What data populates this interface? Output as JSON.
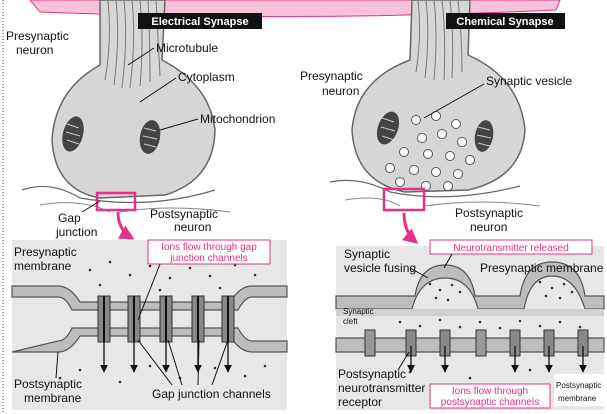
{
  "colors": {
    "accent": "#e8308a",
    "header_bg": "#111111",
    "cell_fill": "#d6d6d6",
    "membrane": "#b9b9b9"
  },
  "electrical": {
    "header": "Electrical Synapse",
    "presynaptic_neuron": [
      "Presynaptic",
      "neuron"
    ],
    "microtubule": "Microtubule",
    "cytoplasm": "Cytoplasm",
    "mitochondrion": "Mitochondrion",
    "gap_junction": [
      "Gap",
      "junction"
    ],
    "postsynaptic_neuron": [
      "Postsynaptic",
      "neuron"
    ],
    "ions_flow": [
      "Ions flow through gap",
      "junction channels"
    ],
    "presynaptic_membrane": [
      "Presynaptic",
      "membrane"
    ],
    "postsynaptic_membrane": [
      "Postsynaptic",
      "membrane"
    ],
    "gap_junction_channels": "Gap junction channels"
  },
  "chemical": {
    "header": "Chemical Synapse",
    "presynaptic_neuron": [
      "Presynaptic",
      "neuron"
    ],
    "synaptic_vesicle": "Synaptic vesicle",
    "postsynaptic_neuron": [
      "Postsynaptic",
      "neuron"
    ],
    "vesicle_fusing": [
      "Synaptic",
      "vesicle fusing"
    ],
    "neurotransmitter_released": "Neurotransmitter released",
    "presynaptic_membrane": "Presynaptic membrane",
    "synaptic_cleft": [
      "Synaptic",
      "cleft"
    ],
    "receptor": [
      "Postsynaptic",
      "neurotransmitter",
      "receptor"
    ],
    "ions_flow": [
      "Ions flow through",
      "postsynaptic channels"
    ],
    "postsynaptic_membrane": [
      "Postsynaptic",
      "membrane"
    ]
  }
}
